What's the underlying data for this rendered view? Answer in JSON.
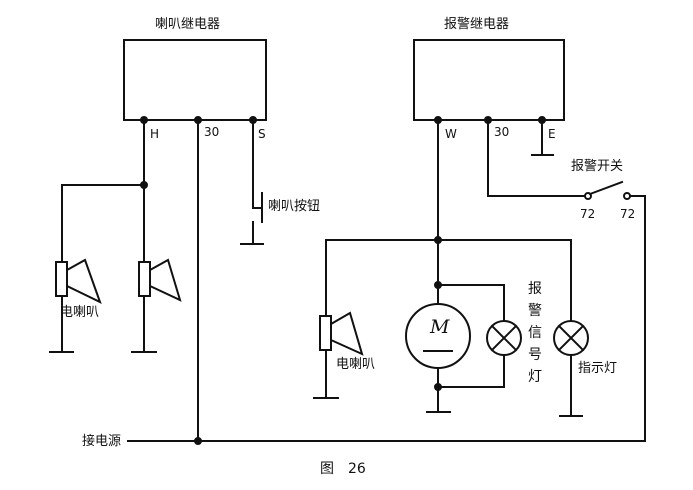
{
  "horn_relay": {
    "title": "喇叭继电器",
    "terminal_h": "H",
    "terminal_30": "30",
    "terminal_s": "S"
  },
  "horn_button": {
    "label": "喇叭按钮"
  },
  "left_horn": {
    "label": "电喇叭"
  },
  "alarm_relay": {
    "title": "报警继电器",
    "terminal_w": "W",
    "terminal_30": "30",
    "terminal_e": "E"
  },
  "alarm_switch": {
    "label": "报警开关",
    "terminal_a": "72",
    "terminal_b": "72"
  },
  "alarm_horn": {
    "label": "电喇叭"
  },
  "motor": {
    "symbol": "M"
  },
  "alarm_signal_lamp": {
    "label": "报警信号灯"
  },
  "indicator_lamp": {
    "label": "指示灯"
  },
  "power": {
    "label": "接电源"
  },
  "caption": {
    "text": "图　26"
  },
  "colors": {
    "line": "#111111",
    "background": "#ffffff"
  }
}
